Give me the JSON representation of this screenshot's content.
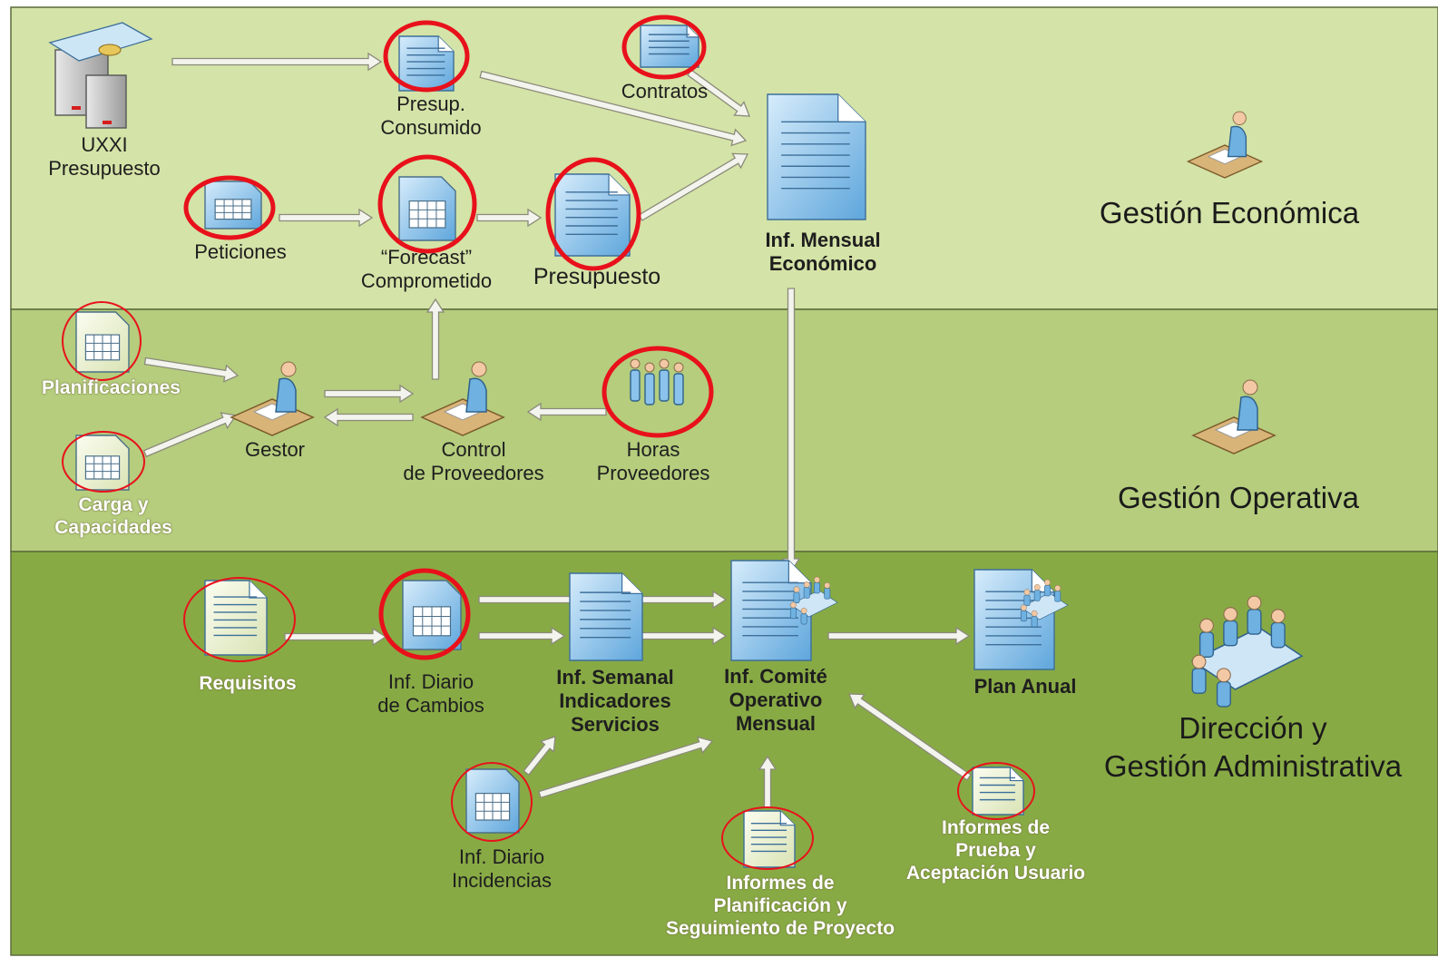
{
  "bands": [
    {
      "id": "economica",
      "title": "Gestión Económica",
      "color": "#d4e3a7"
    },
    {
      "id": "operativa",
      "title": "Gestión Operativa",
      "color": "#b5cd7d"
    },
    {
      "id": "direccion",
      "title": "Dirección y\nGestión Administrativa",
      "color": "#88aa45"
    }
  ],
  "colors": {
    "highlight_ring": "#e8111b",
    "arrow_fill": "#f4f4ee",
    "arrow_stroke": "#8a8a7a",
    "doc_blue": "#9ccbf0"
  },
  "nodes": {
    "uxxi": "UXXI\nPresupuesto",
    "presup_consumido": "Presup.\nConsumido",
    "contratos": "Contratos",
    "inf_mensual": "Inf. Mensual\nEconómico",
    "peticiones": "Peticiones",
    "forecast": "“Forecast”\nComprometido",
    "presupuesto": "Presupuesto",
    "planificaciones": "Planificaciones",
    "carga": "Carga y\nCapacidades",
    "gestor": "Gestor",
    "control": "Control\nde Proveedores",
    "horas": "Horas\nProveedores",
    "requisitos": "Requisitos",
    "diario_cambios": "Inf. Diario\nde Cambios",
    "semanal": "Inf. Semanal\nIndicadores\nServicios",
    "comite": "Inf. Comité\nOperativo\nMensual",
    "plan_anual": "Plan Anual",
    "diario_incidencias": "Inf. Diario\nIncidencias",
    "inf_planificacion": "Informes de\nPlanificación y\nSeguimiento de Proyecto",
    "inf_prueba": "Informes de\nPrueba y\nAceptación Usuario"
  },
  "icons": [
    "server-stack-icon",
    "document-icon",
    "spreadsheet-icon",
    "document-stack-icon",
    "person-at-desk-icon",
    "people-group-icon",
    "meeting-table-icon"
  ]
}
